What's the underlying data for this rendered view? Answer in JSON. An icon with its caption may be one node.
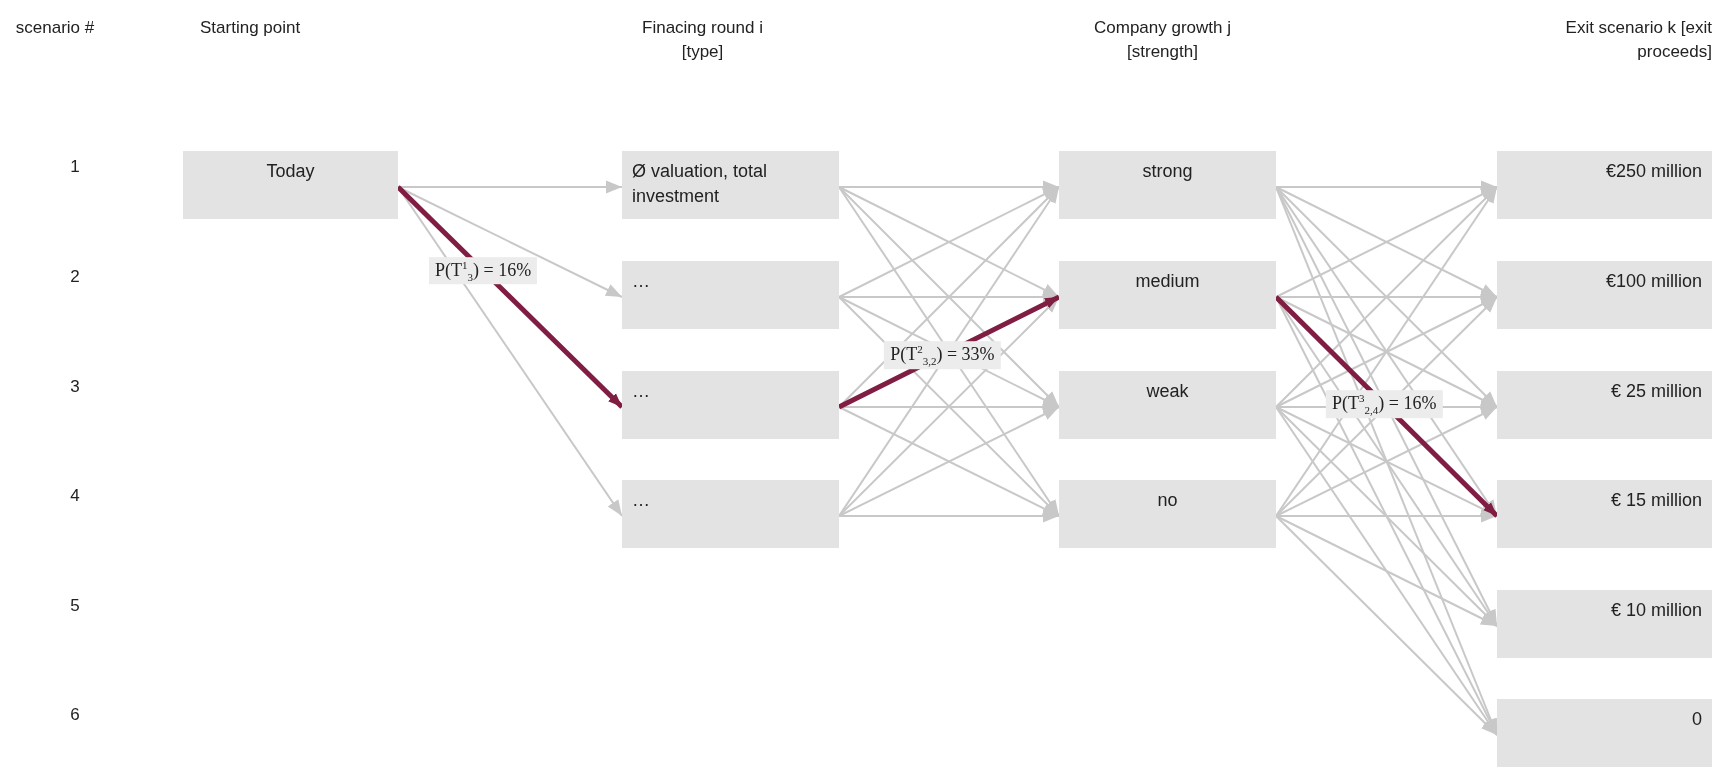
{
  "diagram": {
    "nodes": [
      {
        "text": [
          "Today"
        ]
      },
      {
        "text": [
          "Ø valuation, total investment"
        ]
      },
      {
        "text": [
          "…"
        ]
      },
      {
        "text": [
          "…"
        ]
      },
      {
        "text": [
          "…"
        ]
      },
      {
        "text": [
          "strong"
        ]
      },
      {
        "text": [
          "medium"
        ]
      },
      {
        "text": [
          "weak"
        ]
      },
      {
        "text": [
          "no"
        ]
      },
      {
        "text": [
          "€250 million"
        ]
      },
      {
        "text": [
          "€100 million"
        ]
      },
      {
        "text": [
          "€ 25 million"
        ]
      },
      {
        "text": [
          "€ 15 million"
        ]
      },
      {
        "text": [
          "€ 10 million"
        ]
      },
      {
        "text": [
          "0"
        ]
      }
    ],
    "edges": [
      {
        "from": 0,
        "to": 1,
        "arrow": "to"
      },
      {
        "from": 0,
        "to": 2,
        "arrow": "to"
      },
      {
        "from": 0,
        "to": 3,
        "arrow": "to",
        "label": "P(T$^{1}$$_{3}$) = 16%",
        "style": "thick",
        "color": "#7f1d42"
      },
      {
        "from": 0,
        "to": 4,
        "arrow": "to"
      },
      {
        "from": 1,
        "to": 5,
        "arrow": "to"
      },
      {
        "from": 1,
        "to": 6,
        "arrow": "to"
      },
      {
        "from": 1,
        "to": 7,
        "arrow": "to"
      },
      {
        "from": 1,
        "to": 8,
        "arrow": "to"
      },
      {
        "from": 2,
        "to": 5,
        "arrow": "to"
      },
      {
        "from": 2,
        "to": 6,
        "arrow": "to"
      },
      {
        "from": 2,
        "to": 7,
        "arrow": "to"
      },
      {
        "from": 2,
        "to": 8,
        "arrow": "to"
      },
      {
        "from": 3,
        "to": 5,
        "arrow": "to"
      },
      {
        "from": 3,
        "to": 6,
        "arrow": "to",
        "label": "P(T$^{2}$$_{3,2}$) = 33%",
        "style": "thick",
        "color": "#7f1d42"
      },
      {
        "from": 3,
        "to": 7,
        "arrow": "to"
      },
      {
        "from": 3,
        "to": 8,
        "arrow": "to"
      },
      {
        "from": 4,
        "to": 5,
        "arrow": "to"
      },
      {
        "from": 4,
        "to": 6,
        "arrow": "to"
      },
      {
        "from": 4,
        "to": 7,
        "arrow": "to"
      },
      {
        "from": 4,
        "to": 8,
        "arrow": "to"
      },
      {
        "from": 5,
        "to": 9,
        "arrow": "to"
      },
      {
        "from": 5,
        "to": 10,
        "arrow": "to"
      },
      {
        "from": 5,
        "to": 11,
        "arrow": "to"
      },
      {
        "from": 5,
        "to": 12,
        "arrow": "to"
      },
      {
        "from": 5,
        "to": 13,
        "arrow": "to"
      },
      {
        "from": 5,
        "to": 14,
        "arrow": "to"
      },
      {
        "from": 6,
        "to": 9,
        "arrow": "to"
      },
      {
        "from": 6,
        "to": 10,
        "arrow": "to"
      },
      {
        "from": 6,
        "to": 11,
        "arrow": "to"
      },
      {
        "from": 6,
        "to": 12,
        "arrow": "to",
        "label": "P(T$^{3}$$_{2,4}$) = 16%",
        "style": "thick",
        "color": "#7f1d42"
      },
      {
        "from": 6,
        "to": 13,
        "arrow": "to"
      },
      {
        "from": 6,
        "to": 14,
        "arrow": "to"
      },
      {
        "from": 7,
        "to": 9,
        "arrow": "to"
      },
      {
        "from": 7,
        "to": 10,
        "arrow": "to"
      },
      {
        "from": 7,
        "to": 11,
        "arrow": "to"
      },
      {
        "from": 7,
        "to": 12,
        "arrow": "to"
      },
      {
        "from": 7,
        "to": 13,
        "arrow": "to"
      },
      {
        "from": 7,
        "to": 14,
        "arrow": "to"
      },
      {
        "from": 8,
        "to": 9,
        "arrow": "to"
      },
      {
        "from": 8,
        "to": 10,
        "arrow": "to"
      },
      {
        "from": 8,
        "to": 11,
        "arrow": "to"
      },
      {
        "from": 8,
        "to": 12,
        "arrow": "to"
      },
      {
        "from": 8,
        "to": 13,
        "arrow": "to"
      },
      {
        "from": 8,
        "to": 14,
        "arrow": "to"
      }
    ],
    "labels": [
      "scenario #",
      "Starting point",
      "Finacing round i [type]",
      "Company growth j [strength]",
      "Exit scenario k [exit proceeds]",
      "1",
      "2",
      "3",
      "4",
      "5",
      "6"
    ]
  }
}
